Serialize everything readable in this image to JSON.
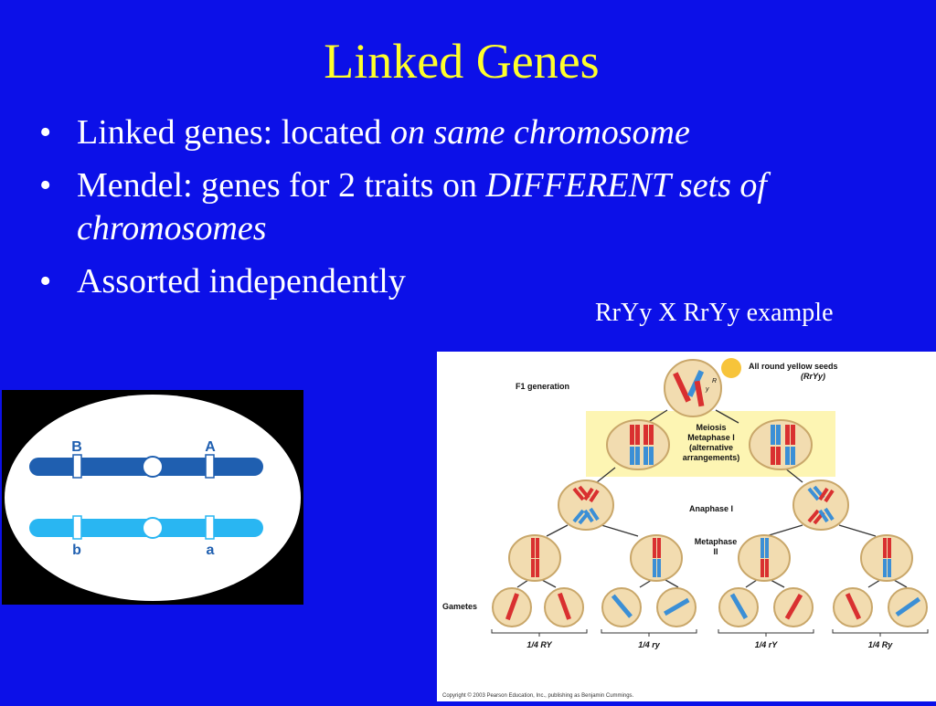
{
  "slide": {
    "title": "Linked Genes",
    "bullets": [
      {
        "text": "Linked genes: located ",
        "emph": "on same chromosome"
      },
      {
        "text": "Mendel: genes for 2 traits on ",
        "emph": "DIFFERENT sets of chromosomes"
      },
      {
        "text": "Assorted independently",
        "emph": ""
      }
    ],
    "bullet_glyph": "•",
    "example_label": "RrYy X RrYy example"
  },
  "chromosome_figure": {
    "labels_top": [
      "B",
      "A"
    ],
    "labels_bottom": [
      "b",
      "a"
    ],
    "colors": {
      "background": "#000000",
      "cell": "#ffffff",
      "dark_chromosome": "#1f5fb0",
      "light_chromosome": "#29b6f2"
    }
  },
  "meiosis_figure": {
    "header": "All round yellow seeds",
    "genotype": "(RrYy)",
    "f1_label": "F1 generation",
    "meiosis_label": "Meiosis",
    "metaphase1_label": "Metaphase I",
    "alt_label_line1": "(alternative",
    "alt_label_line2": "arrangements)",
    "anaphase1_label": "Anaphase I",
    "metaphase2_label": "Metaphase",
    "metaphase2_numeral": "II",
    "gametes_label": "Gametes",
    "fractions": [
      "1/4 RY",
      "1/4 ry",
      "1/4 rY",
      "1/4 Ry"
    ],
    "copyright": "Copyright © 2003 Pearson Education, Inc., publishing as Benjamin Cummings.",
    "colors": {
      "red": "#d93030",
      "blue": "#3b8fd6",
      "cell": "#f2dcb0",
      "highlight": "#fdf5b3",
      "seed": "#f7c43a"
    }
  }
}
